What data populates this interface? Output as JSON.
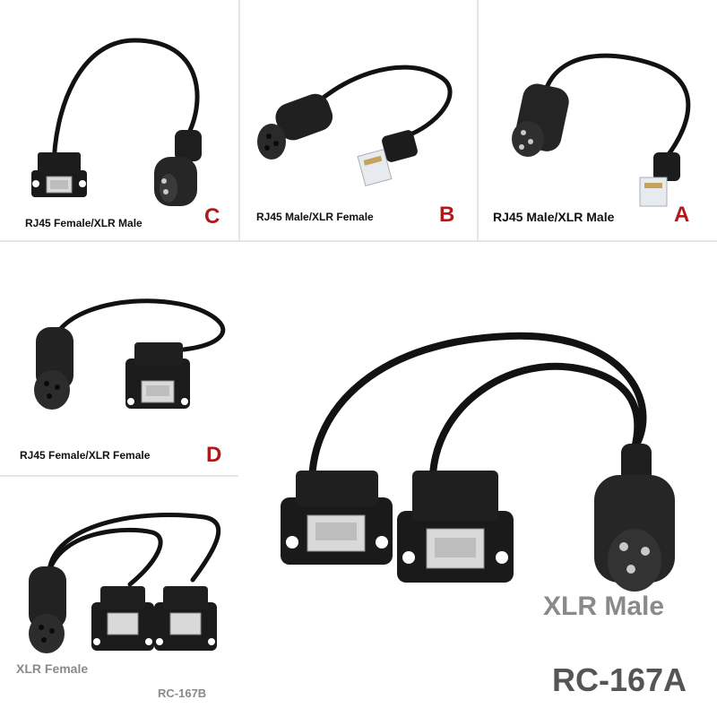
{
  "panels": {
    "c": {
      "caption": "RJ45 Female/XLR Male",
      "letter": "C"
    },
    "b": {
      "caption": "RJ45 Male/XLR Female",
      "letter": "B"
    },
    "a": {
      "caption": "RJ45 Male/XLR Male",
      "letter": "A"
    },
    "d": {
      "caption": "RJ45 Female/XLR Female",
      "letter": "D"
    },
    "rc167b": {
      "caption": "XLR Female",
      "model": "RC-167B"
    },
    "rc167a": {
      "caption": "XLR Male",
      "model": "RC-167A"
    }
  },
  "colors": {
    "letter": "#b01919",
    "big_text": "#8a8a8a",
    "cable": "#121212"
  }
}
